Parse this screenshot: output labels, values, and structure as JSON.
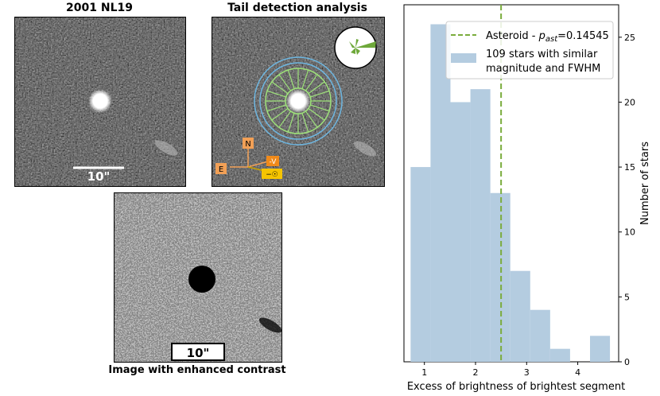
{
  "panels": {
    "left_title": "2001 NL19",
    "middle_title": "Tail detection analysis",
    "bottom_caption": "Image with enhanced contrast",
    "scale_label_1": "10\"",
    "scale_label_2": "10\""
  },
  "compass": {
    "north": "N",
    "east": "E",
    "velocity": "-V",
    "sun": "−☉"
  },
  "colors": {
    "histogram_fill": "#b4cce0",
    "asteroid_line": "#7aac3c",
    "ring_outer": "#6eb6e0",
    "ring_inner": "#9ee27a",
    "compass_orange": "#f2a056",
    "sun_yellow": "#f5c400"
  },
  "chart_data": {
    "type": "bar",
    "xlabel": "Excess of brightness of brightest segment",
    "ylabel": "Number of stars",
    "xlim": [
      0.6,
      4.8
    ],
    "ylim": [
      0,
      27.5
    ],
    "xticks": [
      1,
      2,
      3,
      4
    ],
    "yticks": [
      0,
      5,
      10,
      15,
      20,
      25
    ],
    "bins": [
      {
        "x0": 0.73,
        "x1": 1.12,
        "count": 15
      },
      {
        "x0": 1.12,
        "x1": 1.51,
        "count": 26
      },
      {
        "x0": 1.51,
        "x1": 1.9,
        "count": 20
      },
      {
        "x0": 1.9,
        "x1": 2.29,
        "count": 21
      },
      {
        "x0": 2.29,
        "x1": 2.68,
        "count": 13
      },
      {
        "x0": 2.68,
        "x1": 3.07,
        "count": 7
      },
      {
        "x0": 3.07,
        "x1": 3.46,
        "count": 4
      },
      {
        "x0": 3.46,
        "x1": 3.85,
        "count": 1
      },
      {
        "x0": 3.85,
        "x1": 4.24,
        "count": 0
      },
      {
        "x0": 4.24,
        "x1": 4.63,
        "count": 2
      }
    ],
    "asteroid_x": 2.5,
    "legend": {
      "asteroid_prefix": "Asteroid - ",
      "asteroid_p": "p",
      "asteroid_sub": "ast",
      "asteroid_value": "=0.14545",
      "stars_line1": "109 stars with similar",
      "stars_line2": "magnitude and FWHM"
    },
    "legend_position": "top-right",
    "grid": false
  }
}
